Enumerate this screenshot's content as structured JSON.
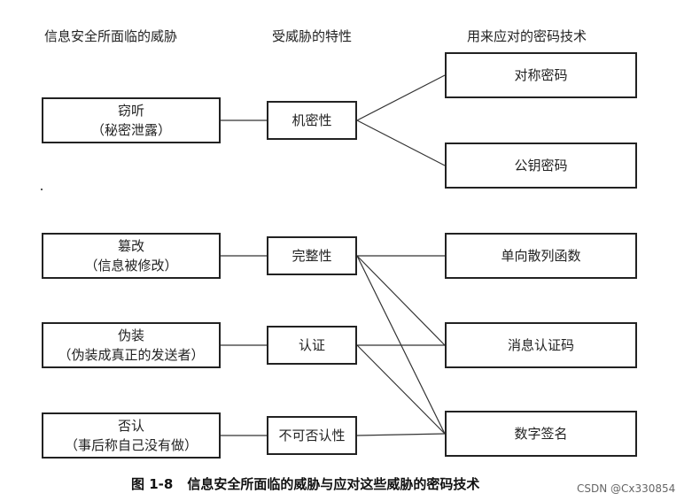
{
  "headers": {
    "threats": "信息安全所面临的威胁",
    "properties": "受威胁的特性",
    "techniques": "用来应对的密码技术"
  },
  "threats": [
    {
      "name": "窃听",
      "detail": "（秘密泄露）"
    },
    {
      "name": "篡改",
      "detail": "（信息被修改）"
    },
    {
      "name": "伪装",
      "detail": "（伪装成真正的发送者）"
    },
    {
      "name": "否认",
      "detail": "（事后称自己没有做）"
    }
  ],
  "properties": [
    "机密性",
    "完整性",
    "认证",
    "不可否认性"
  ],
  "techniques": [
    "对称密码",
    "公钥密码",
    "单向散列函数",
    "消息认证码",
    "数字签名"
  ],
  "links": [
    {
      "from": "机密性",
      "to": "对称密码"
    },
    {
      "from": "机密性",
      "to": "公钥密码"
    },
    {
      "from": "完整性",
      "to": "单向散列函数"
    },
    {
      "from": "完整性",
      "to": "消息认证码"
    },
    {
      "from": "完整性",
      "to": "数字签名"
    },
    {
      "from": "认证",
      "to": "消息认证码"
    },
    {
      "from": "认证",
      "to": "数字签名"
    },
    {
      "from": "不可否认性",
      "to": "数字签名"
    }
  ],
  "caption": {
    "figure_number": "图 1-8",
    "title": "信息安全所面临的威胁与应对这些威胁的密码技术"
  },
  "watermark": "CSDN @Cx330854"
}
